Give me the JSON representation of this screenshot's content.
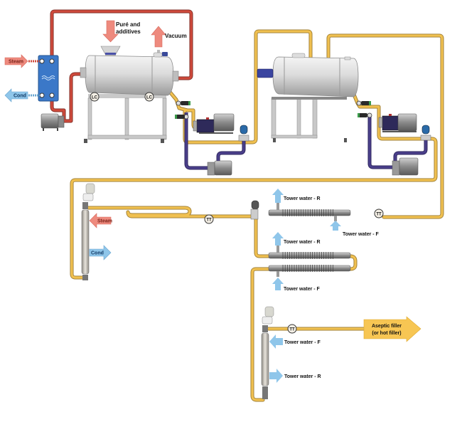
{
  "diagram": {
    "title": "Tomato puré / aseptic processing line",
    "colors": {
      "steam_line": "#cf4a3c",
      "product_line": "#f0c050",
      "return_line": "#4a3f8a",
      "steam_arrow": "#ee8a7e",
      "cond_arrow": "#8fc6ea",
      "water_arrow": "#8fc6ea",
      "filler_arrow": "#f7c653",
      "hx_plate": "#3b78c8",
      "vessel": "#d8d8d8"
    },
    "labels": {
      "steam_top": "Steam",
      "cond_top": "Cond",
      "pure_additives_1": "Puré and",
      "pure_additives_2": "additives",
      "vacuum": "Vacuum",
      "lc_left": "LC",
      "lc_right": "LC",
      "steam_heater": "Steam",
      "cond_heater": "Cond",
      "tt_1": "TT",
      "tt_2": "TT",
      "tt_3": "TT",
      "tower_r_1": "Tower water - R",
      "tower_f_1": "Tower water - F",
      "tower_r_2": "Tower water - R",
      "tower_f_2": "Tower water - F",
      "tower_f_3": "Tower water - F",
      "tower_r_3": "Tower water - R",
      "filler_1": "Aseptic filler",
      "filler_2": "(or hot filler)"
    },
    "icons": {
      "plate_hx": "plate-heat-exchanger-icon",
      "tank": "horizontal-tank-icon",
      "pump": "centrifugal-pump-icon",
      "pd_pump": "positive-displacement-pump-icon",
      "valve": "control-valve-icon",
      "tube_hx": "tube-heat-exchanger-icon",
      "hold_tube": "holding-tube-icon",
      "sensor": "temperature-transmitter-icon"
    }
  }
}
